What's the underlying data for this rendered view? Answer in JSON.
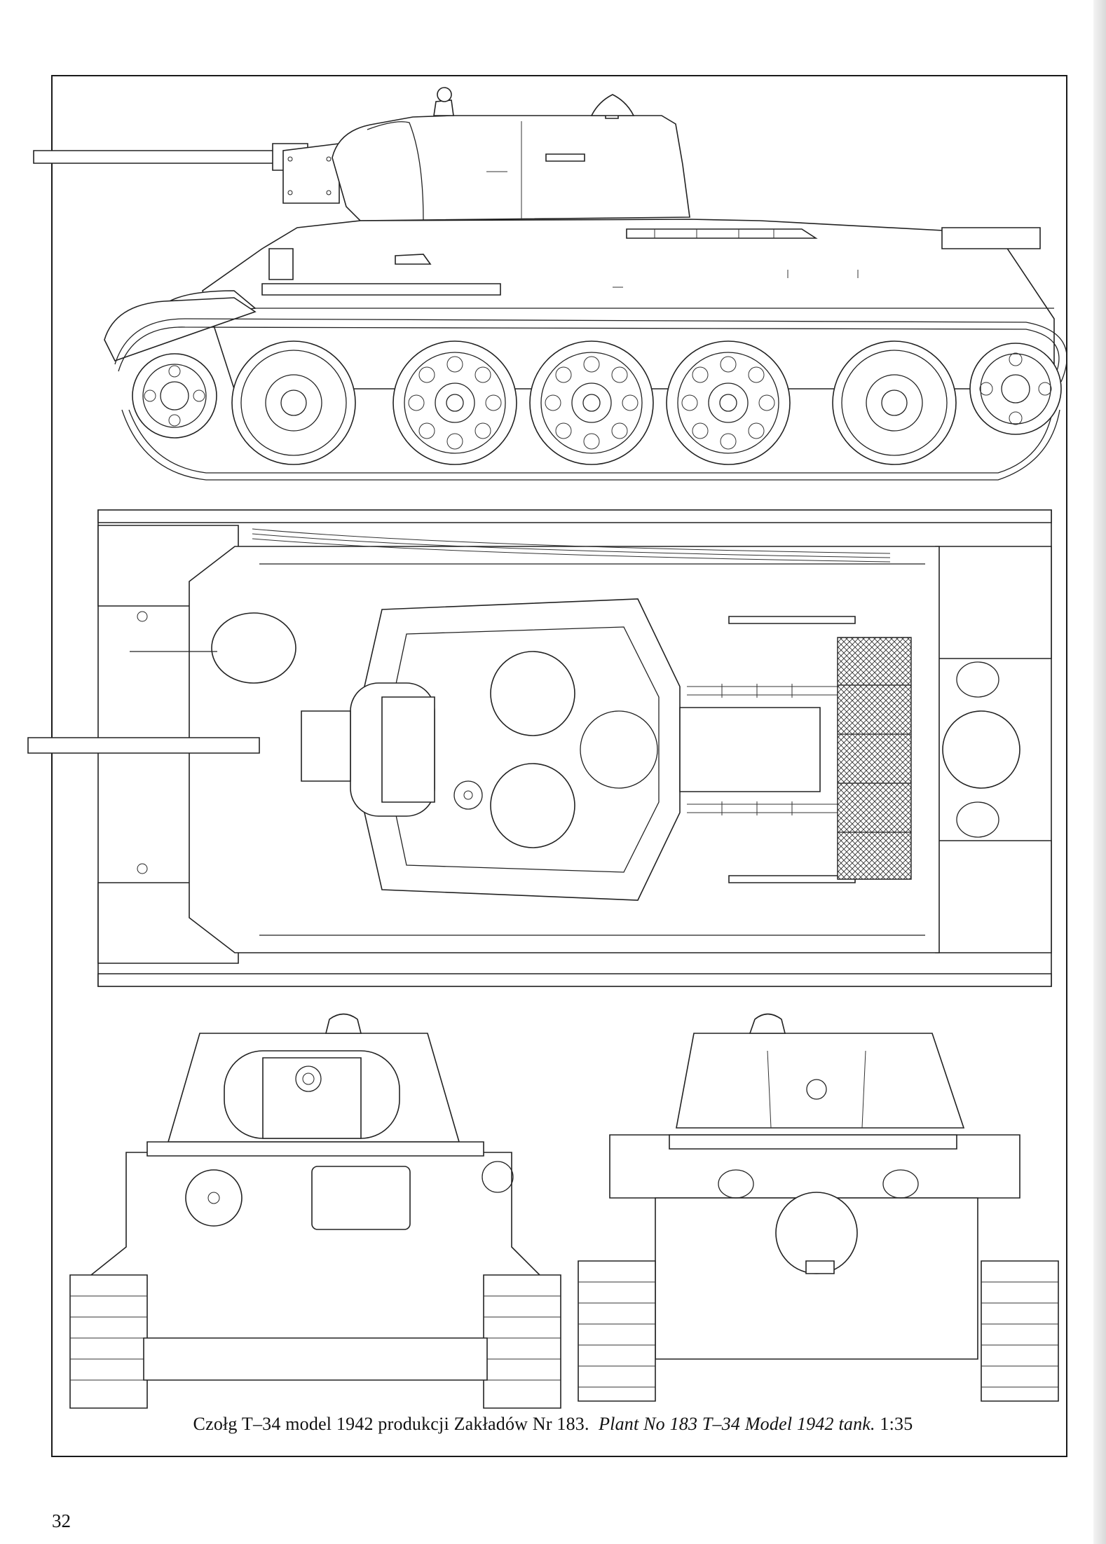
{
  "caption": {
    "polish": "Czołg T–34 model 1942 produkcji Zakładów Nr 183.",
    "english": "Plant No 183 T–34 Model 1942 tank.",
    "scale": "1:35"
  },
  "page_number": "32",
  "views": [
    "side-view",
    "top-view",
    "front-view",
    "rear-view"
  ]
}
